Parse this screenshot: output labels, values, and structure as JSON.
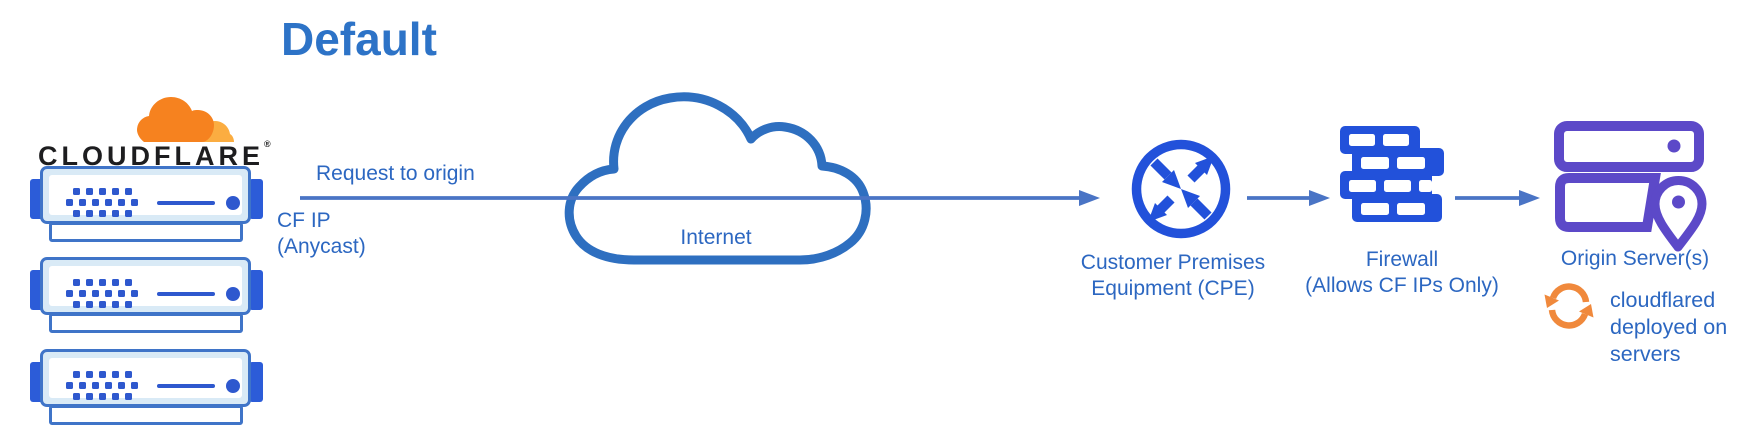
{
  "colors": {
    "title-blue": "#2d73c7",
    "label-blue": "#2c67c1",
    "line-blue": "#4a74c5",
    "cloud-blue": "#2e6fc0",
    "icon-blue": "#2251da",
    "server-border-blue": "#3f74c8",
    "server-fill": "#d9eaf6",
    "ear-blue": "#2c5cd8",
    "dot-blue": "#2e58ce",
    "purple": "#5c49c8",
    "cf-orange": "#f6821f",
    "cf-orange-light": "#fbad41",
    "sync-orange": "#f0893c",
    "wordmark-black": "#1d1d1f"
  },
  "diagram": {
    "title": "Default",
    "edge": {
      "wordmark": "CLOUDFLARE",
      "trademark": "®",
      "server_count": 3
    },
    "request_arrow": {
      "label": "Request to origin",
      "sublabel_line1": "CF IP",
      "sublabel_line2": "(Anycast)"
    },
    "internet": {
      "label": "Internet"
    },
    "cpe": {
      "label_line1": "Customer Premises",
      "label_line2": "Equipment (CPE)"
    },
    "firewall": {
      "label_line1": "Firewall",
      "label_line2": "(Allows CF IPs Only)"
    },
    "origin": {
      "label": "Origin Server(s)",
      "note_line1": "cloudflared",
      "note_line2": "deployed on",
      "note_line3": "servers"
    }
  }
}
